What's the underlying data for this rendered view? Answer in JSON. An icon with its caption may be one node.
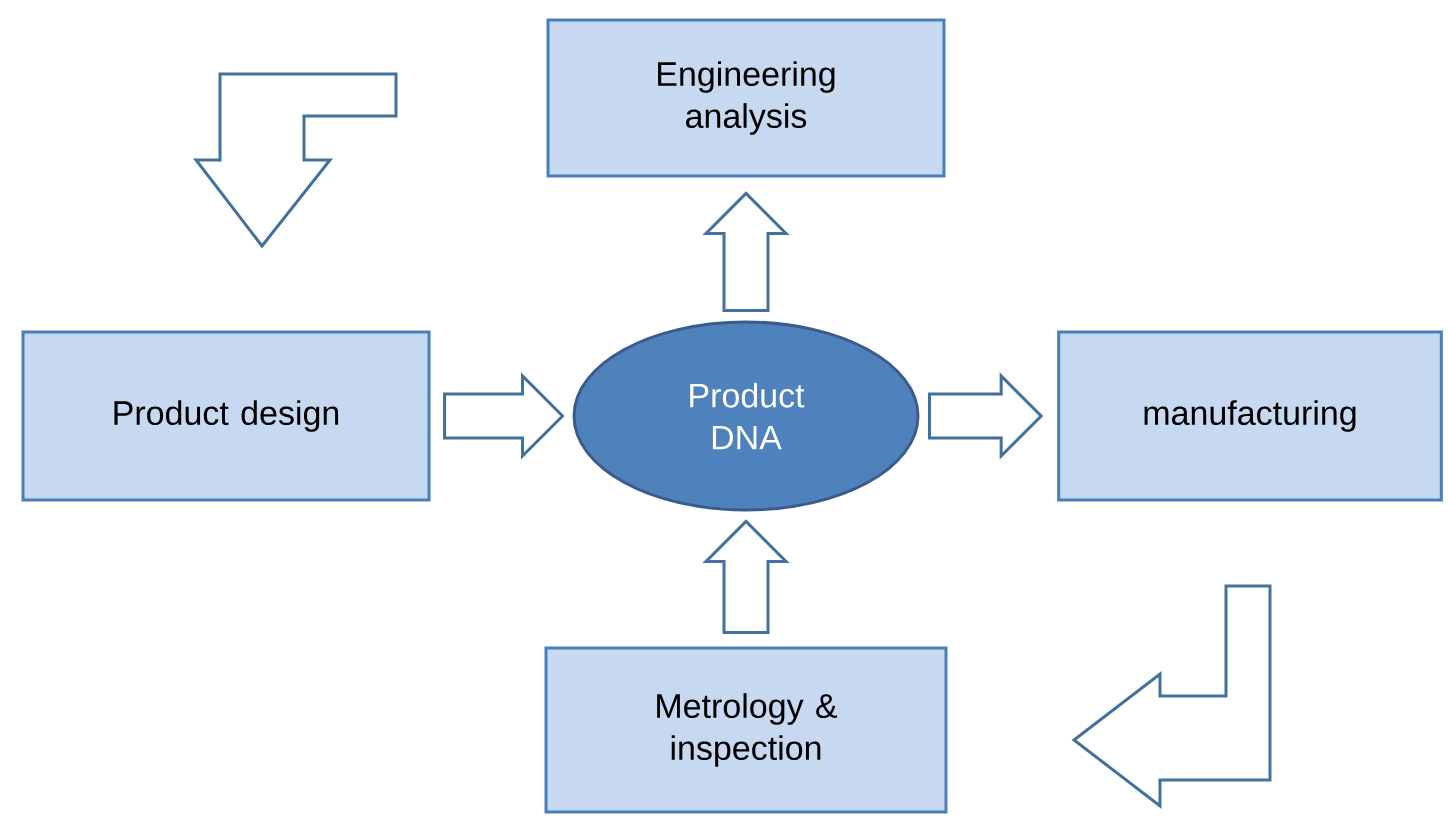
{
  "diagram": {
    "nodes": [
      {
        "text": [
          "Engineering analysis"
        ]
      },
      {
        "text": [
          "Product design"
        ]
      },
      {
        "text": [
          "Product DNA"
        ]
      },
      {
        "text": [
          "manufacturing"
        ]
      },
      {
        "text": [
          "Metrology & inspection"
        ]
      }
    ],
    "edges": [
      {
        "from": 1,
        "to": 2,
        "arrow": "to"
      },
      {
        "from": 2,
        "to": 0,
        "arrow": "to"
      },
      {
        "from": 2,
        "to": 3,
        "arrow": "to"
      },
      {
        "from": 4,
        "to": 2,
        "arrow": "to"
      }
    ]
  }
}
